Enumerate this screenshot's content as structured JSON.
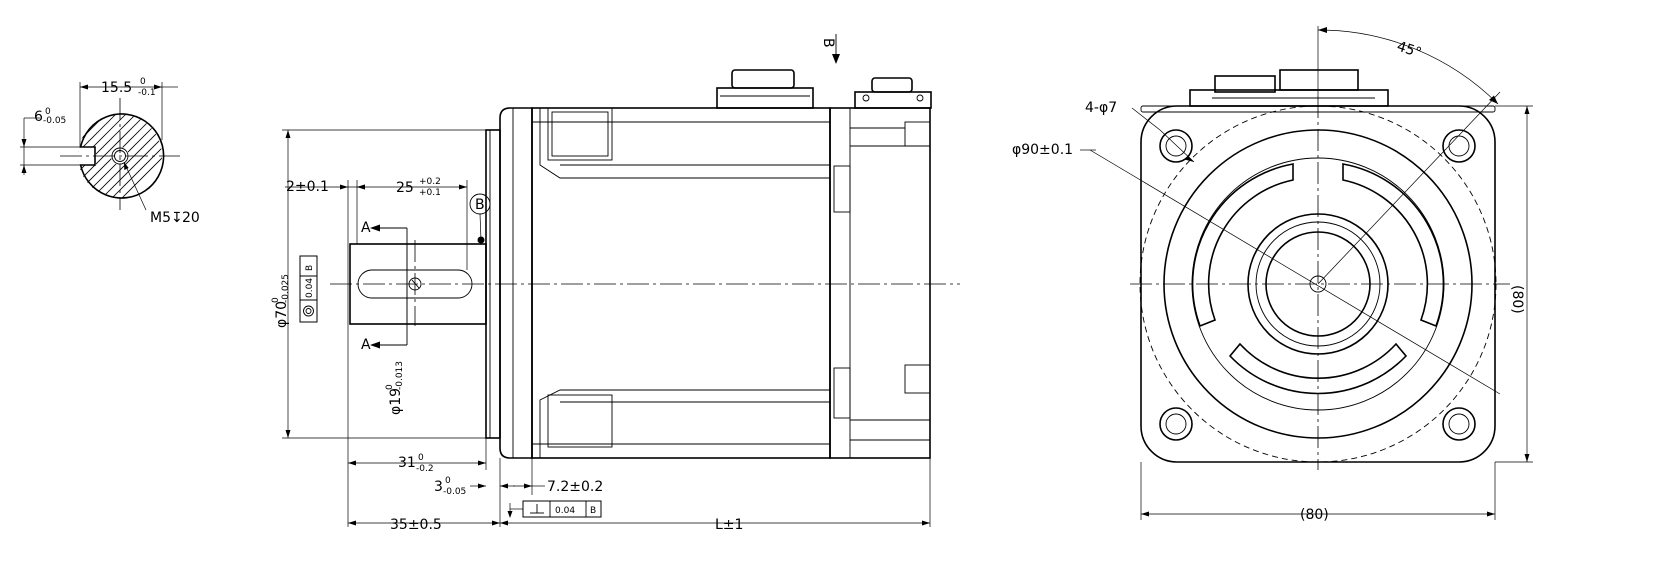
{
  "section_view": {
    "width_dim": "15.5",
    "width_tol_up": "0",
    "width_tol_low": "-0.1",
    "key_dim": "6",
    "key_tol_up": "0",
    "key_tol_low": "-0.05",
    "thread_label": "M5",
    "thread_depth_symbol": "↧",
    "thread_depth": "20"
  },
  "side_view": {
    "dim_2": "2±0.1",
    "dim_25": "25",
    "dim_25_up": "+0.2",
    "dim_25_low": "+0.1",
    "datum_b": "B",
    "section_a_top": "A",
    "section_a_bottom": "A",
    "view_b_label": "B",
    "dia70": "φ70",
    "dia70_up": "0",
    "dia70_low": "-0.025",
    "dia19": "φ19",
    "dia19_up": "0",
    "dia19_low": "-0.013",
    "tol_conc_value": "0.04",
    "tol_conc_datum": "B",
    "dim_31": "31",
    "dim_31_up": "0",
    "dim_31_low": "-0.2",
    "dim_3": "3",
    "dim_3_up": "0",
    "dim_3_low": "-0.05",
    "dim_7_2": "7.2±0.2",
    "tol_perp_value": "0.04",
    "tol_perp_datum": "B",
    "dim_35": "35±0.5",
    "dim_L": "L±1"
  },
  "front_view": {
    "angle": "45°",
    "holes": "4-φ7",
    "pcd": "φ90±0.1",
    "height": "(80)",
    "width": "(80)"
  }
}
